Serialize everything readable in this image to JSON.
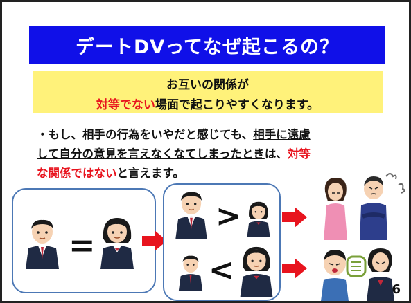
{
  "title": "デートDVってなぜ起こるの？",
  "highlight": {
    "line1": "お互いの関係が",
    "line2_red": "対等でない",
    "line2_rest": "場面で起こりやすくなります。"
  },
  "body": {
    "p1": "・もし、相手の行為をいやだと感じても、",
    "p1_u": "相手に遠慮",
    "p2_u": "して自分の意見を言えなくなてしまったとき",
    "p2": "は、",
    "p2_red": "対等",
    "p3_red": "な関係ではない",
    "p3": "と言えます。"
  },
  "symbols": {
    "equal": "=",
    "greater": ">",
    "less": "<"
  },
  "page_number": "6",
  "colors": {
    "title_bg": "#1010e8",
    "highlight_bg": "#fff27a",
    "accent_red": "#e8141e",
    "box_border": "#4c78b5"
  }
}
